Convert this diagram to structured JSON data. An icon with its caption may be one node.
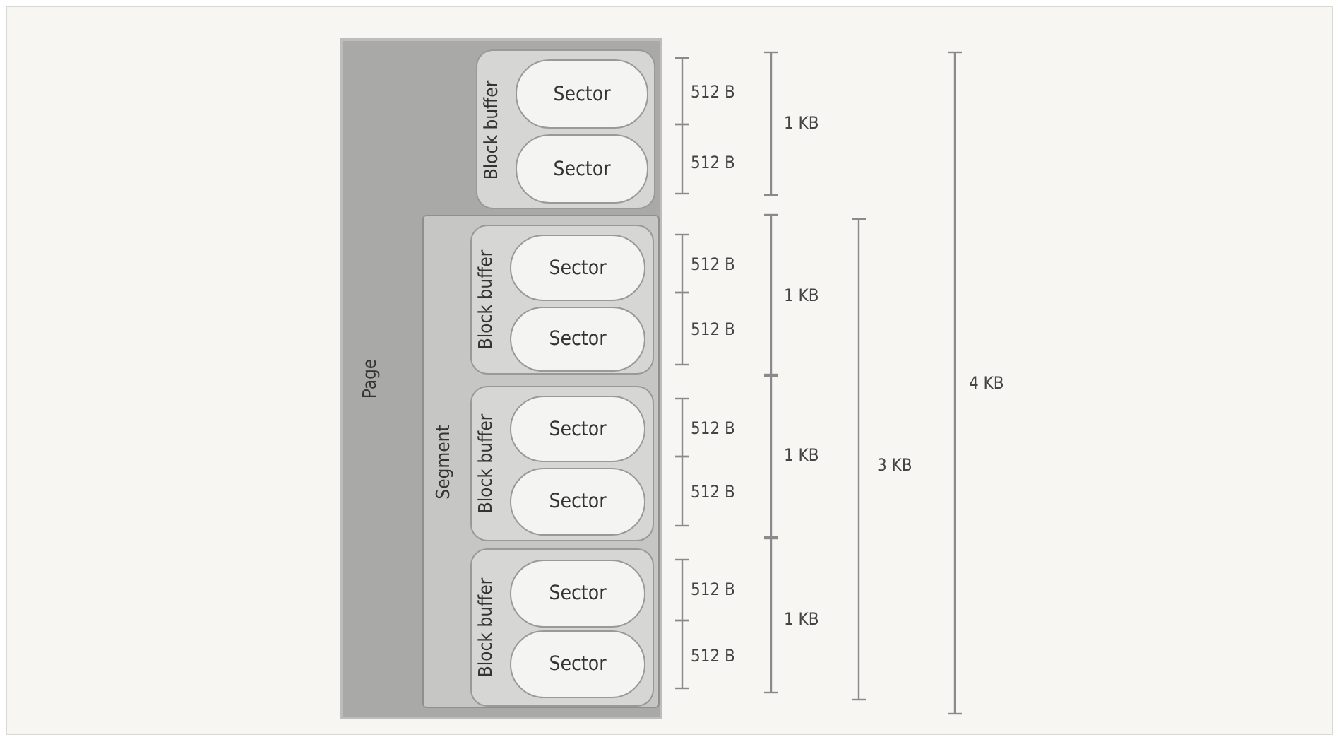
{
  "diagram": {
    "nodes": [
      {
        "text": [
          "Page"
        ]
      },
      {
        "text": [
          "Block buffer"
        ],
        "in": 0
      },
      {
        "text": [
          "Sector"
        ],
        "in": 1
      },
      {
        "text": [
          "Sector"
        ],
        "in": 1
      },
      {
        "text": [
          "Segment"
        ],
        "in": 0
      },
      {
        "text": [
          "Block buffer"
        ],
        "in": 4
      },
      {
        "text": [
          "Sector"
        ],
        "in": 5
      },
      {
        "text": [
          "Sector"
        ],
        "in": 5
      },
      {
        "text": [
          "Block buffer"
        ],
        "in": 4
      },
      {
        "text": [
          "Sector"
        ],
        "in": 8
      },
      {
        "text": [
          "Sector"
        ],
        "in": 8
      },
      {
        "text": [
          "Block buffer"
        ],
        "in": 4
      },
      {
        "text": [
          "Sector"
        ],
        "in": 11
      },
      {
        "text": [
          "Sector"
        ],
        "in": 11
      }
    ],
    "edges": [],
    "labels": [
      "512 B",
      "512 B",
      "512 B",
      "512 B",
      "512 B",
      "512 B",
      "512 B",
      "512 B",
      "1 KB",
      "1 KB",
      "1 KB",
      "1 KB",
      "3 KB",
      "4 KB"
    ]
  }
}
